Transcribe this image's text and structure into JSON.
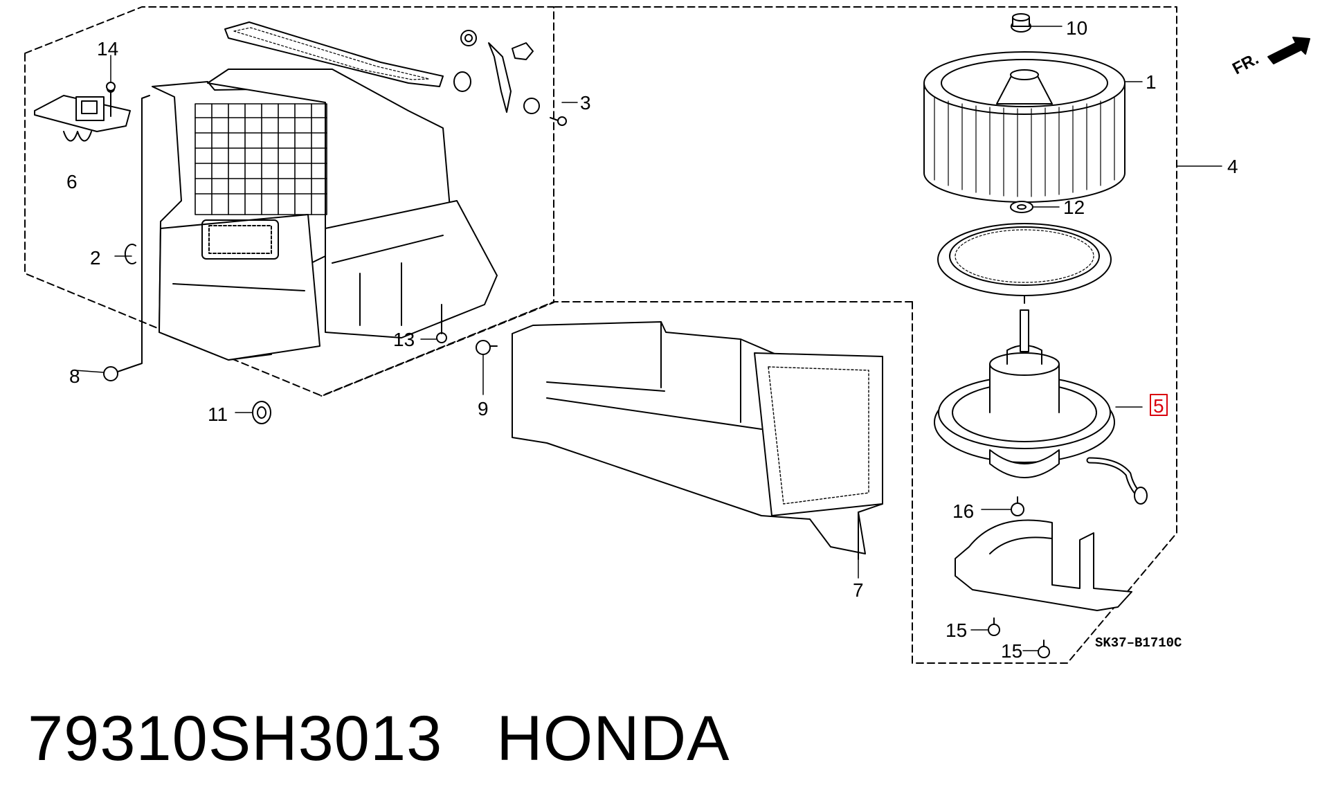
{
  "diagram": {
    "reference_code": "SK37–B1710C",
    "direction_label": "FR.",
    "highlight_color": "#d9000d",
    "callouts": {
      "c1": "1",
      "c2": "2",
      "c3": "3",
      "c4": "4",
      "c5": "5",
      "c6": "6",
      "c7": "7",
      "c8": "8",
      "c9": "9",
      "c10": "10",
      "c11": "11",
      "c12": "12",
      "c13": "13",
      "c14": "14",
      "c15a": "15",
      "c15b": "15",
      "c16": "16"
    },
    "highlighted_callout": "5"
  },
  "caption": {
    "part_number": "79310SH3013",
    "brand": "HONDA"
  }
}
